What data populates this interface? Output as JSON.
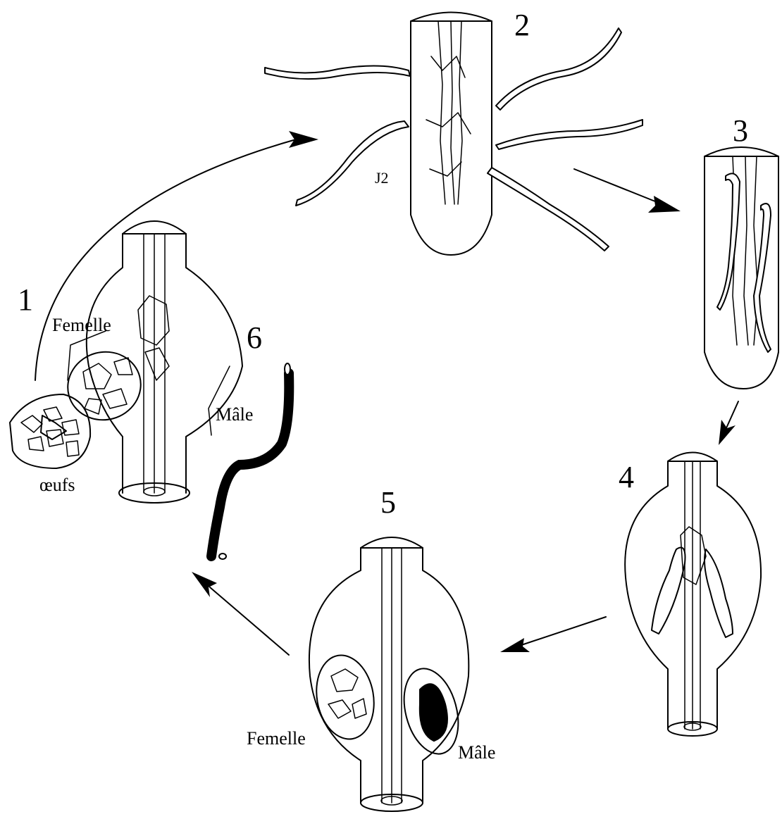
{
  "stage_numbers": [
    "1",
    "2",
    "3",
    "4",
    "5",
    "6"
  ],
  "labels": {
    "juvenile": "J2",
    "stage1_female": "Femelle",
    "stage1_male": "Mâle",
    "stage1_eggs": "œufs",
    "stage5_female": "Femelle",
    "stage5_male": "Mâle"
  },
  "colors": {
    "ink": "#000000",
    "background": "#ffffff"
  }
}
